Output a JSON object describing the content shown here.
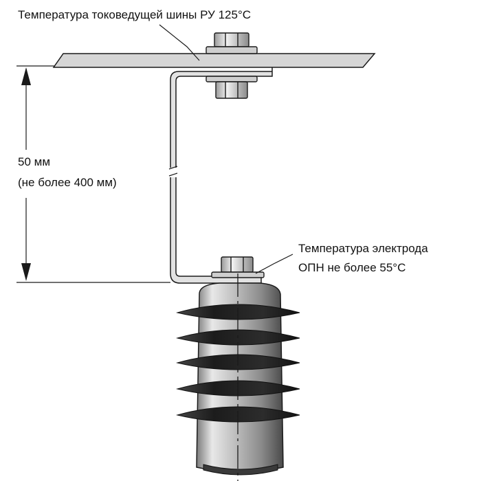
{
  "labels": {
    "busbar_temp": "Температура токоведущей шины РУ 125°С",
    "distance_main": "50 мм",
    "distance_max": "(не более 400 мм)",
    "electrode_temp_line1": "Температура электрода",
    "electrode_temp_line2": "ОПН не более 55°С"
  },
  "colors": {
    "outline": "#1a1a1a",
    "busbar_fill": "#d4d4d4",
    "porcelain_light": "#e6e6e6",
    "porcelain_dark": "#555555",
    "shed_fill": "#2b2b2b",
    "nut_fill": "#dcdcdc"
  }
}
